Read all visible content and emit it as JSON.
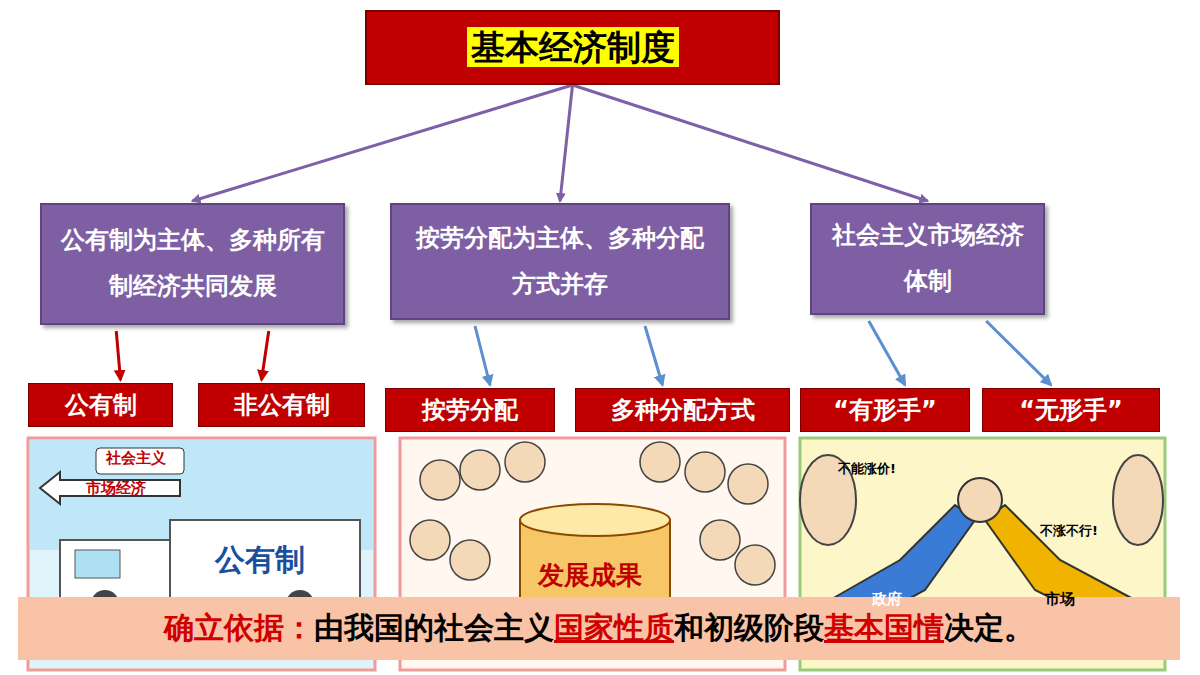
{
  "diagram": {
    "nodes": [
      {
        "text": [
          "基本经济制度"
        ]
      },
      {
        "text": [
          "公有制为主体、多种所有制经济共同发展"
        ]
      },
      {
        "text": [
          "按劳分配为主体、多种分配方式并存"
        ]
      },
      {
        "text": [
          "社会主义市场经济体制"
        ]
      },
      {
        "text": [
          "公有制"
        ]
      },
      {
        "text": [
          "非公有制"
        ]
      },
      {
        "text": [
          "按劳分配"
        ]
      },
      {
        "text": [
          "多种分配方式"
        ]
      },
      {
        "text": [
          "“有形手”"
        ]
      },
      {
        "text": [
          "“无形手”"
        ]
      },
      {
        "text": [
          "确立依据：",
          "由我国的社会主义",
          "国家性质",
          "和初级阶段",
          "基本国情",
          "决定。"
        ]
      }
    ],
    "edges": [
      {
        "from": 0,
        "to": 1,
        "arrow": "to"
      },
      {
        "from": 0,
        "to": 2,
        "arrow": "to"
      },
      {
        "from": 0,
        "to": 3,
        "arrow": "to"
      },
      {
        "from": 1,
        "to": 4,
        "arrow": "to"
      },
      {
        "from": 1,
        "to": 5,
        "arrow": "to"
      },
      {
        "from": 2,
        "to": 6,
        "arrow": "to"
      },
      {
        "from": 2,
        "to": 7,
        "arrow": "to"
      },
      {
        "from": 3,
        "to": 8,
        "arrow": "to"
      },
      {
        "from": 3,
        "to": 9,
        "arrow": "to"
      }
    ],
    "labels": [
      "社会主义",
      "市场经济",
      "公有制",
      "发展成果",
      "不能涨价!",
      "不涨不行!",
      "政府",
      "市场"
    ]
  }
}
